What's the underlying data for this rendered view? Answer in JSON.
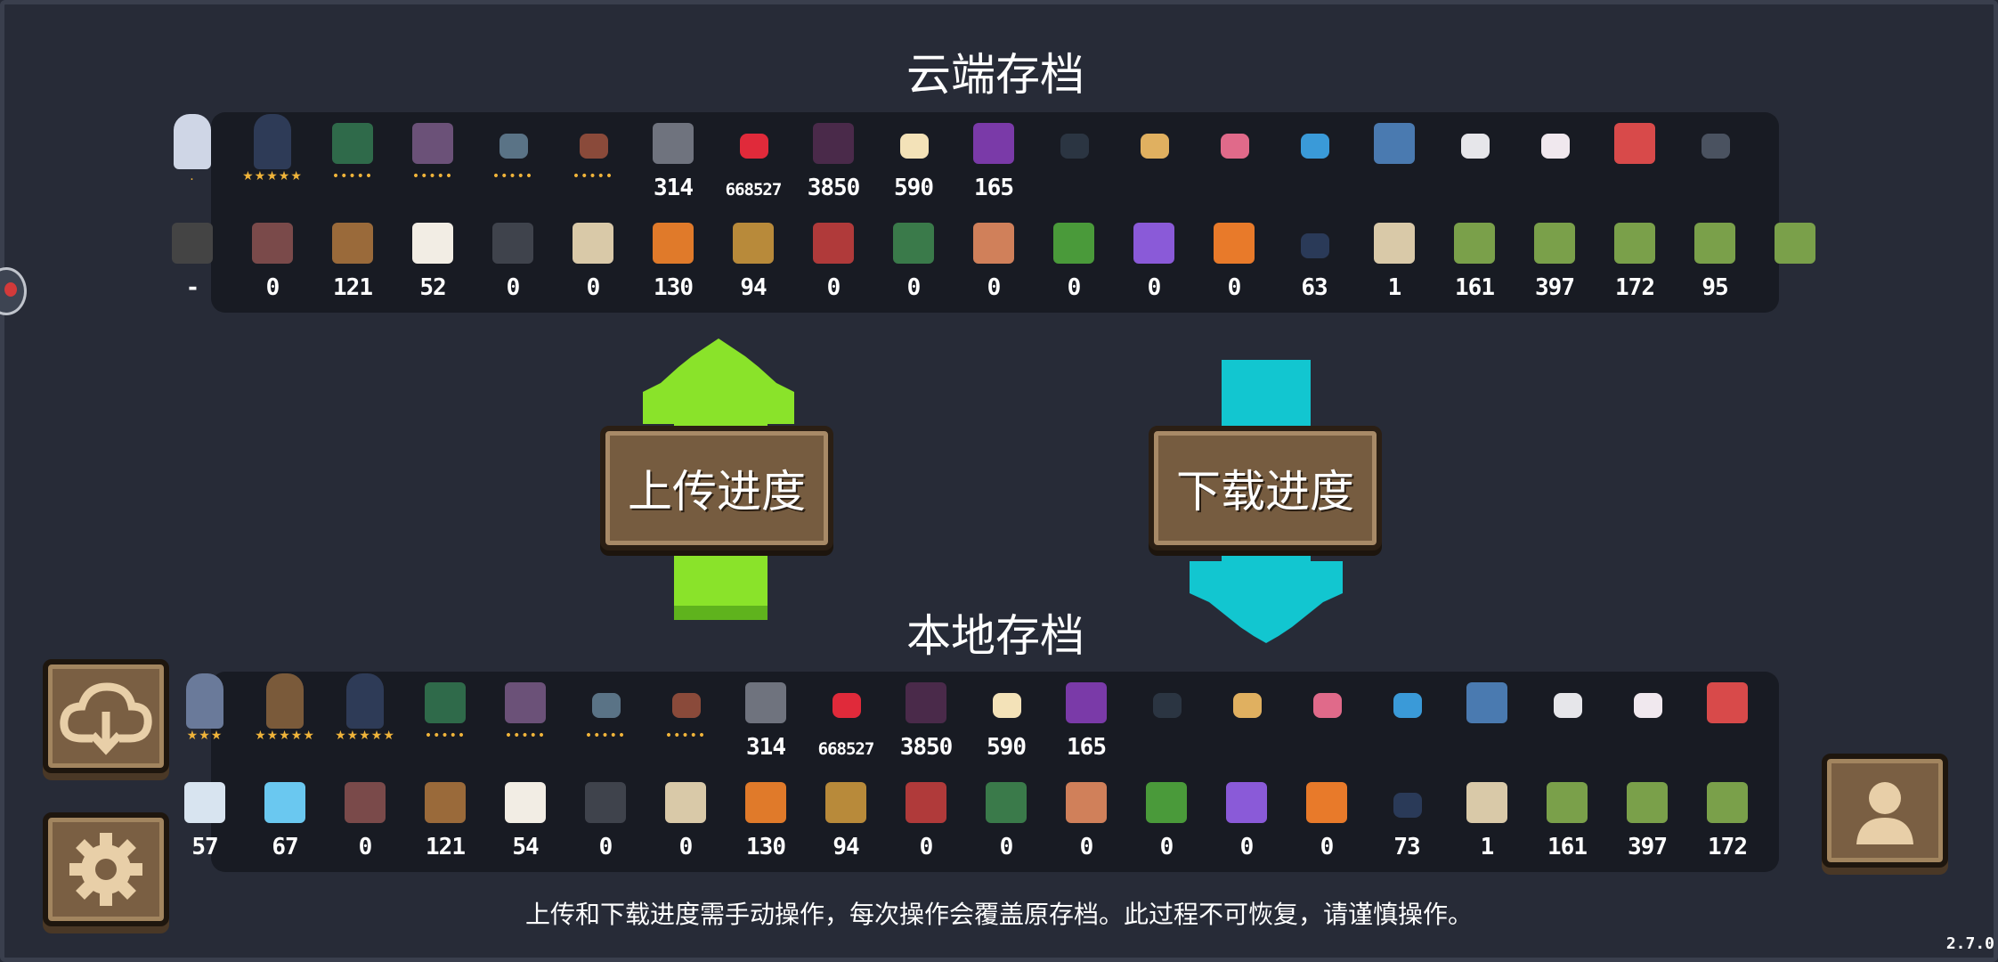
{
  "cloud": {
    "title": "云端存档",
    "row1": [
      {
        "icon": "hero-partial-icon",
        "color": "#cfd6e6",
        "value": "",
        "stars": "."
      },
      {
        "icon": "hero-assassin-icon",
        "color": "#2e3b57",
        "value": "",
        "stars": "★★★★★"
      },
      {
        "icon": "green-cabinet-icon",
        "color": "#2f6a4a",
        "value": "",
        "stars": "•••••"
      },
      {
        "icon": "book-stack-icon",
        "color": "#6b5178",
        "value": "",
        "stars": "•••••"
      },
      {
        "icon": "stone-pot-icon",
        "color": "#5a7386",
        "value": "",
        "stars": "•••••"
      },
      {
        "icon": "plant-pot-icon",
        "color": "#8a4a3a",
        "value": "",
        "stars": "•••••"
      },
      {
        "icon": "gun-icon",
        "color": "#6f737e",
        "value": "314",
        "stars": ""
      },
      {
        "icon": "red-slime-icon",
        "color": "#e02a3a",
        "value": "668527",
        "stars": ""
      },
      {
        "icon": "demon-boar-icon",
        "color": "#4a2a4a",
        "value": "3850",
        "stars": ""
      },
      {
        "icon": "certificate-icon",
        "color": "#f3e2b8",
        "value": "590",
        "stars": ""
      },
      {
        "icon": "purple-helmet-icon",
        "color": "#7a3aa8",
        "value": "165",
        "stars": ""
      },
      {
        "icon": "black-cat-icon",
        "color": "#2b3542",
        "value": "",
        "stars": ""
      },
      {
        "icon": "orange-cat-icon",
        "color": "#e0b060",
        "value": "",
        "stars": ""
      },
      {
        "icon": "pink-pig-icon",
        "color": "#e06a8a",
        "value": "",
        "stars": ""
      },
      {
        "icon": "blue-slime-icon",
        "color": "#3a9ad8",
        "value": "",
        "stars": ""
      },
      {
        "icon": "robot-pet-icon",
        "color": "#4a7ab0",
        "value": "",
        "stars": ""
      },
      {
        "icon": "white-cow-icon",
        "color": "#e6e6ea",
        "value": "",
        "stars": ""
      },
      {
        "icon": "white-rabbit-icon",
        "color": "#f0e8ee",
        "value": "",
        "stars": ""
      },
      {
        "icon": "astronaut-pet-icon",
        "color": "#d84a4a",
        "value": "",
        "stars": ""
      },
      {
        "icon": "pigeon-icon",
        "color": "#4a5260",
        "value": "",
        "stars": ""
      }
    ],
    "row2": [
      {
        "icon": "partial-item-icon",
        "color": "#444",
        "value": "-"
      },
      {
        "icon": "workbench-icon",
        "color": "#7a4a4a",
        "value": "0"
      },
      {
        "icon": "bread-roll-icon",
        "color": "#9a6a3a",
        "value": "121"
      },
      {
        "icon": "flour-sack-icon",
        "color": "#f2ede4",
        "value": "52"
      },
      {
        "icon": "grey-stone-icon",
        "color": "#3f434c",
        "value": "0"
      },
      {
        "icon": "scroll-icon",
        "color": "#d9c9a8",
        "value": "0"
      },
      {
        "icon": "card-icon",
        "color": "#e07a2a",
        "value": "130"
      },
      {
        "icon": "feather-icon",
        "color": "#b88a3a",
        "value": "94"
      },
      {
        "icon": "device-icon",
        "color": "#b03a3a",
        "value": "0"
      },
      {
        "icon": "turret-icon",
        "color": "#3a7a4a",
        "value": "0"
      },
      {
        "icon": "crate-face-icon",
        "color": "#d0805a",
        "value": "0"
      },
      {
        "icon": "green-block-icon",
        "color": "#4a9a3a",
        "value": "0"
      },
      {
        "icon": "crystal-plant-icon",
        "color": "#8a5ad8",
        "value": "0"
      },
      {
        "icon": "carrot-icon",
        "color": "#e87a2a",
        "value": "0"
      },
      {
        "icon": "fish-coin-icon",
        "color": "#2a3a58",
        "value": "63"
      },
      {
        "icon": "paper-scroll-icon",
        "color": "#d9c9a8",
        "value": "1"
      },
      {
        "icon": "sprout-seed-icon",
        "color": "#7aa04a",
        "value": "161"
      },
      {
        "icon": "sprout-seed-icon",
        "color": "#7aa04a",
        "value": "397"
      },
      {
        "icon": "sprout-seed-icon",
        "color": "#7aa04a",
        "value": "172"
      },
      {
        "icon": "sprout-seed-red-icon",
        "color": "#7aa04a",
        "value": "95"
      },
      {
        "icon": "sprout-partial-icon",
        "color": "#7aa04a",
        "value": ""
      }
    ]
  },
  "local": {
    "title": "本地存档",
    "row1": [
      {
        "icon": "hero-knight-icon",
        "color": "#6a7a9a",
        "value": "",
        "stars": "★★★"
      },
      {
        "icon": "hero-cowboy-icon",
        "color": "#7a5a3a",
        "value": "",
        "stars": "★★★★★"
      },
      {
        "icon": "hero-assassin-icon",
        "color": "#2e3b57",
        "value": "",
        "stars": "★★★★★"
      },
      {
        "icon": "green-cabinet-icon",
        "color": "#2f6a4a",
        "value": "",
        "stars": "•••••"
      },
      {
        "icon": "book-stack-icon",
        "color": "#6b5178",
        "value": "",
        "stars": "•••••"
      },
      {
        "icon": "stone-pot-icon",
        "color": "#5a7386",
        "value": "",
        "stars": "•••••"
      },
      {
        "icon": "plant-pot-icon",
        "color": "#8a4a3a",
        "value": "",
        "stars": "•••••"
      },
      {
        "icon": "gun-icon",
        "color": "#6f737e",
        "value": "314",
        "stars": ""
      },
      {
        "icon": "red-slime-icon",
        "color": "#e02a3a",
        "value": "668527",
        "stars": ""
      },
      {
        "icon": "demon-boar-icon",
        "color": "#4a2a4a",
        "value": "3850",
        "stars": ""
      },
      {
        "icon": "certificate-icon",
        "color": "#f3e2b8",
        "value": "590",
        "stars": ""
      },
      {
        "icon": "purple-helmet-icon",
        "color": "#7a3aa8",
        "value": "165",
        "stars": ""
      },
      {
        "icon": "black-cat-icon",
        "color": "#2b3542",
        "value": "",
        "stars": ""
      },
      {
        "icon": "orange-cat-icon",
        "color": "#e0b060",
        "value": "",
        "stars": ""
      },
      {
        "icon": "pink-pig-icon",
        "color": "#e06a8a",
        "value": "",
        "stars": ""
      },
      {
        "icon": "blue-slime-icon",
        "color": "#3a9ad8",
        "value": "",
        "stars": ""
      },
      {
        "icon": "robot-pet-icon",
        "color": "#4a7ab0",
        "value": "",
        "stars": ""
      },
      {
        "icon": "white-cow-icon",
        "color": "#e6e6ea",
        "value": "",
        "stars": ""
      },
      {
        "icon": "white-rabbit-icon",
        "color": "#f0e8ee",
        "value": "",
        "stars": ""
      },
      {
        "icon": "astronaut-pet-icon",
        "color": "#d84a4a",
        "value": "",
        "stars": ""
      }
    ],
    "row2": [
      {
        "icon": "white-feather-icon",
        "color": "#d8e4f0",
        "value": "57"
      },
      {
        "icon": "ice-crystal-icon",
        "color": "#6ac8f0",
        "value": "67"
      },
      {
        "icon": "workbench-icon",
        "color": "#7a4a4a",
        "value": "0"
      },
      {
        "icon": "bread-roll-icon",
        "color": "#9a6a3a",
        "value": "121"
      },
      {
        "icon": "flour-sack-icon",
        "color": "#f2ede4",
        "value": "54"
      },
      {
        "icon": "grey-stone-icon",
        "color": "#3f434c",
        "value": "0"
      },
      {
        "icon": "scroll-icon",
        "color": "#d9c9a8",
        "value": "0"
      },
      {
        "icon": "card-icon",
        "color": "#e07a2a",
        "value": "130"
      },
      {
        "icon": "feather-icon",
        "color": "#b88a3a",
        "value": "94"
      },
      {
        "icon": "device-icon",
        "color": "#b03a3a",
        "value": "0"
      },
      {
        "icon": "turret-icon",
        "color": "#3a7a4a",
        "value": "0"
      },
      {
        "icon": "crate-face-icon",
        "color": "#d0805a",
        "value": "0"
      },
      {
        "icon": "green-block-icon",
        "color": "#4a9a3a",
        "value": "0"
      },
      {
        "icon": "crystal-plant-icon",
        "color": "#8a5ad8",
        "value": "0"
      },
      {
        "icon": "carrot-icon",
        "color": "#e87a2a",
        "value": "0"
      },
      {
        "icon": "fish-coin-icon",
        "color": "#2a3a58",
        "value": "73"
      },
      {
        "icon": "paper-scroll-icon",
        "color": "#d9c9a8",
        "value": "1"
      },
      {
        "icon": "sprout-seed-icon",
        "color": "#7aa04a",
        "value": "161"
      },
      {
        "icon": "sprout-seed-icon",
        "color": "#7aa04a",
        "value": "397"
      },
      {
        "icon": "sprout-seed-icon",
        "color": "#7aa04a",
        "value": "172"
      }
    ]
  },
  "actions": {
    "upload_label": "上传进度",
    "download_label": "下载进度",
    "upload_color": "#8ae32a",
    "download_color": "#12c6d0"
  },
  "footer": {
    "note": "上传和下载进度需手动操作，每次操作会覆盖原存档。此过程不可恢复，请谨慎操作。",
    "version": "2.7.0"
  },
  "side_buttons": {
    "cloud_icon": "cloud-download-icon",
    "settings_icon": "gear-icon",
    "account_icon": "user-icon"
  }
}
